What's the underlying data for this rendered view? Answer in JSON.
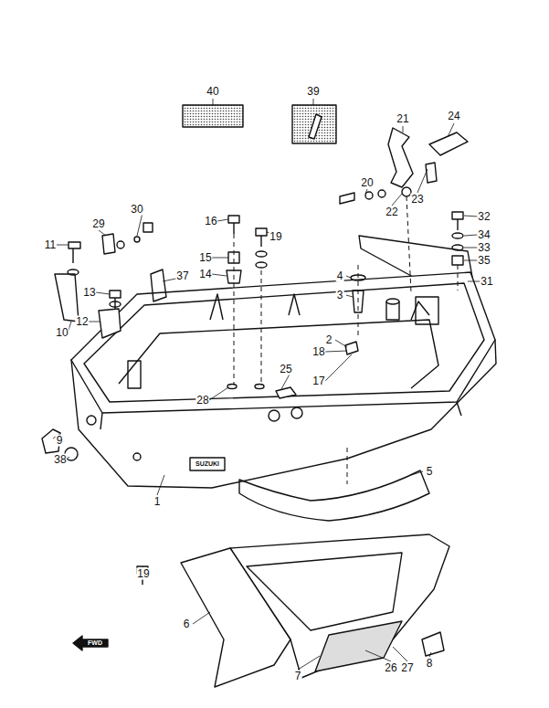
{
  "diagram": {
    "labels": [
      "40",
      "39",
      "21",
      "24",
      "20",
      "22",
      "23",
      "32",
      "34",
      "33",
      "35",
      "31",
      "16",
      "19",
      "15",
      "14",
      "30",
      "29",
      "11",
      "13",
      "37",
      "10",
      "12",
      "4",
      "3",
      "2",
      "18",
      "17",
      "25",
      "28",
      "9",
      "38",
      "1",
      "5",
      "19",
      "6",
      "7",
      "26",
      "27",
      "8",
      "SUZUKI",
      "FWD"
    ]
  }
}
